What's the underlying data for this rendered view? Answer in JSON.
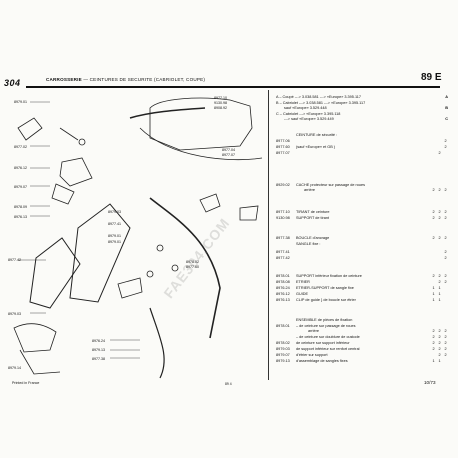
{
  "header": {
    "logo": "304",
    "section": "CARROSSERIE",
    "subtitle": "— CEINTURES DE SECURITE (CABRIOLET, COUPE)",
    "page_ref": "89 E"
  },
  "variants": [
    {
      "text": "A – Coupé ---> 3.038.581 ---> «Europe» 3.395.117",
      "mark": "A"
    },
    {
      "text": "B – Cabriolet ---> 3.038.581 ---> «Europe» 3.395.117",
      "mark": ""
    },
    {
      "text": "sauf «Europe» 3.529.448",
      "mark": "B"
    },
    {
      "text": "C – Cabriolet ---> «Europe» 3.395.118",
      "mark": ""
    },
    {
      "text": "---> sauf «Europe» 3.529.449",
      "mark": "C"
    }
  ],
  "parts": [
    {
      "code": "",
      "desc": "CEINTURE de sécurité :",
      "qty": ""
    },
    {
      "code": "8977.06",
      "desc": "",
      "qty": "2"
    },
    {
      "code": "8977.60",
      "desc": "(sauf «Europe» et GB )",
      "qty": "2"
    },
    {
      "code": "8977.07",
      "desc": "",
      "qty": "2"
    },
    {
      "code": "8929.02",
      "desc": "CACHE protecteur sur passage de roues",
      "qty": ""
    },
    {
      "code": "",
      "desc": "arrière",
      "qty": "2 2 2"
    },
    {
      "code": "8977.10",
      "desc": "TIRANT de ceinture",
      "qty": "2 2 2"
    },
    {
      "code": "9130.98",
      "desc": "SUPPORT de tirant",
      "qty": "2 2 2"
    },
    {
      "code": "8977.38",
      "desc": "BOUCLE d'ancrage",
      "qty": "2 2 2"
    },
    {
      "code": "",
      "desc": "SANGLE fixe :",
      "qty": ""
    },
    {
      "code": "8977.41",
      "desc": "",
      "qty": "2"
    },
    {
      "code": "8977.42",
      "desc": "",
      "qty": "2"
    },
    {
      "code": "8978.01",
      "desc": "SUPPORT inférieur fixation de ceinture",
      "qty": "2 2 2"
    },
    {
      "code": "8978.08",
      "desc": "ETRIER",
      "qty": "2 2"
    },
    {
      "code": "8976.24",
      "desc": "ETRIER-SUPPORT de sangle fixe",
      "qty": "1 1"
    },
    {
      "code": "8976.12",
      "desc": "GUIDE",
      "qty": "1 1"
    },
    {
      "code": "8976.13",
      "desc": "CLIP de guide } de boucle sur étrier",
      "qty": "1 1"
    },
    {
      "code": "",
      "desc": "ENSEMBLE de pièces de fixation",
      "qty": ""
    },
    {
      "code": "8978.01",
      "desc": "– de ceinture sur passage de roues",
      "qty": ""
    },
    {
      "code": "",
      "desc": "arrière",
      "qty": "2 2 2"
    },
    {
      "code": "",
      "desc": "– de ceinture sur doublure de custode",
      "qty": "2 2 2"
    },
    {
      "code": "8978.02",
      "desc": "de ceinture sur support inférieur",
      "qty": "2 2 2"
    },
    {
      "code": "8979.03",
      "desc": "de support inférieur sur renfort central",
      "qty": "2 2 2"
    },
    {
      "code": "8979.07",
      "desc": "d'étrier sur support",
      "qty": "2 2"
    },
    {
      "code": "8979.13",
      "desc": "d'assemblage de sangles fixes",
      "qty": "1 1"
    }
  ],
  "diagram_refs": [
    "8977.10",
    "9130.98",
    "8908.92",
    "8979.01",
    "8977.02",
    "8976.12",
    "8979.07",
    "8978.09",
    "8976.13",
    "8977.04",
    "8977.07",
    "8979.03",
    "8977.41",
    "8979.01",
    "8979.01",
    "8977.42",
    "8979.03",
    "8978.02",
    "8977.60",
    "8976.24",
    "8979.13",
    "8977.38",
    "8979.14"
  ],
  "footer": {
    "left": "Printed in France",
    "center": "89 4",
    "right": "10/73"
  },
  "watermark": "FAE304.COM"
}
